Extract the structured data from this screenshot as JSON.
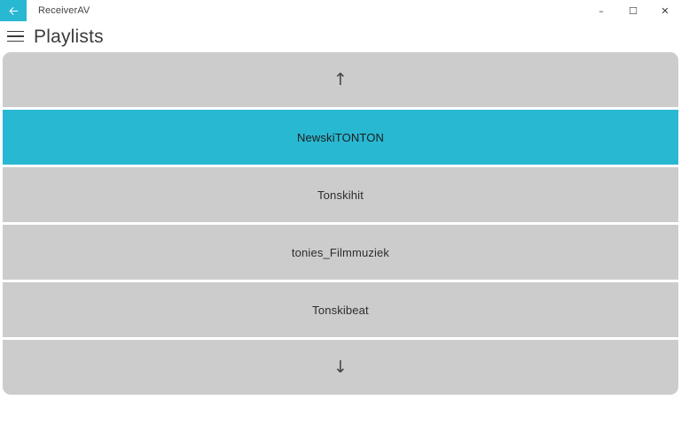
{
  "window": {
    "back_icon": "back-arrow-icon",
    "app_title": "ReceiverAV",
    "controls": {
      "minimize": "–",
      "maximize": "☐",
      "close": "✕"
    },
    "accent_color": "#29b8d2"
  },
  "header": {
    "menu_icon": "hamburger-menu-icon",
    "title": "Playlists"
  },
  "playlists": {
    "scroll_up_glyph": "↑",
    "scroll_down_glyph": "↓",
    "row_color": "#cccccc",
    "selected_color": "#29b8d2",
    "items": [
      {
        "label": "NewskiTONTON",
        "selected": true
      },
      {
        "label": "Tonskihit",
        "selected": false
      },
      {
        "label": "tonies_Filmmuziek",
        "selected": false
      },
      {
        "label": "Tonskibeat",
        "selected": false
      }
    ]
  }
}
